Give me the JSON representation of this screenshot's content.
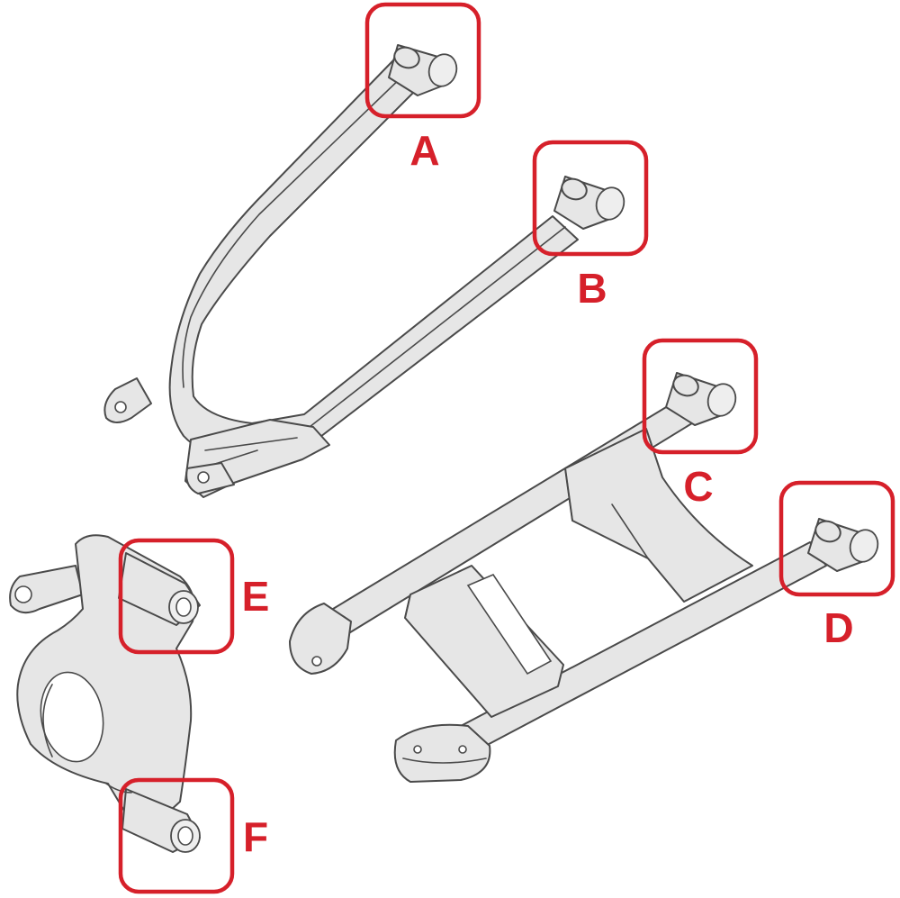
{
  "accent_color": "#d6202a",
  "diagram": {
    "parts": [
      {
        "id": "upper-control-arm",
        "icon": "upper-a-arm-drawing"
      },
      {
        "id": "lower-control-arm",
        "icon": "lower-control-arm-drawing"
      },
      {
        "id": "steering-knuckle",
        "icon": "steering-knuckle-drawing"
      }
    ],
    "callouts": [
      {
        "id": "A",
        "label": "A"
      },
      {
        "id": "B",
        "label": "B"
      },
      {
        "id": "C",
        "label": "C"
      },
      {
        "id": "D",
        "label": "D"
      },
      {
        "id": "E",
        "label": "E"
      },
      {
        "id": "F",
        "label": "F"
      }
    ]
  }
}
